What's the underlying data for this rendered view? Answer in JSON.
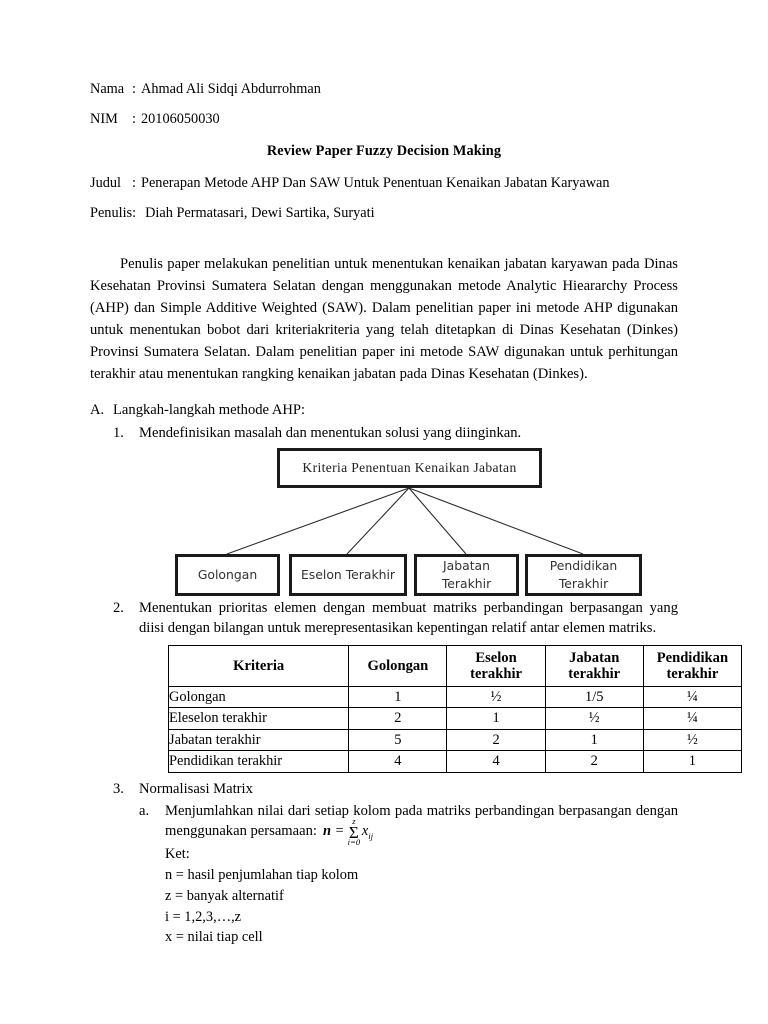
{
  "header": {
    "nama_label": "Nama",
    "nama_sep": ":",
    "nama_value": "Ahmad Ali Sidqi Abdurrohman",
    "nim_label": "NIM",
    "nim_sep": ":",
    "nim_value": "20106050030",
    "doc_title": "Review Paper Fuzzy Decision Making",
    "judul_label": "Judul",
    "judul_sep": ":",
    "judul_value": "Penerapan Metode AHP Dan SAW Untuk Penentuan Kenaikan Jabatan Karyawan",
    "penulis_label": "Penulis:",
    "penulis_value": "Diah Permatasari, Dewi Sartika, Suryati"
  },
  "body": {
    "paragraph": "Penulis paper melakukan penelitian untuk menentukan kenaikan jabatan karyawan pada Dinas Kesehatan Provinsi Sumatera Selatan dengan menggunakan metode Analytic Hieararchy Process (AHP) dan Simple Additive Weighted (SAW). Dalam penelitian paper ini metode AHP digunakan untuk menentukan bobot dari kriteriakriteria yang telah ditetapkan di Dinas Kesehatan (Dinkes) Provinsi Sumatera Selatan. Dalam penelitian paper ini metode SAW digunakan untuk perhitungan terakhir atau menentukan rangking kenaikan jabatan pada Dinas Kesehatan (Dinkes)."
  },
  "section_a": {
    "marker": "A.",
    "heading": "Langkah-langkah methode AHP:",
    "step1": {
      "marker": "1.",
      "text": "Mendefinisikan masalah dan menentukan solusi yang diinginkan."
    },
    "step2": {
      "marker": "2.",
      "text": "Menentukan prioritas elemen dengan membuat matriks perbandingan berpasangan yang diisi dengan bilangan untuk merepresentasikan kepentingan relatif antar elemen matriks."
    },
    "step3": {
      "marker": "3.",
      "text": "Normalisasi Matrix",
      "sub_a": {
        "marker": "a.",
        "text_part1": "Menjumlahkan nilai dari setiap kolom pada matriks perbandingan berpasangan dengan menggunakan persamaan:",
        "formula": {
          "lhs": "n",
          "equals": "=",
          "sigma": "Σ",
          "sigma_upper": "z",
          "sigma_lower": "i=0",
          "term": "x",
          "term_sub": "ij"
        },
        "ket_label": "Ket:",
        "ket_lines": [
          "n = hasil penjumlahan tiap kolom",
          "z = banyak alternatif",
          "i = 1,2,3,…,z",
          "x = nilai tiap cell"
        ]
      }
    }
  },
  "diagram": {
    "root_label": "Kriteria Penentuan Kenaikan Jabatan",
    "children": [
      {
        "label": "Golongan"
      },
      {
        "label": "Eselon Terakhir"
      },
      {
        "label": "Jabatan\nTerakhir"
      },
      {
        "label": "Pendidikan\nTerakhir"
      }
    ],
    "line_color": "#2b2b2b",
    "box_border_color": "#1a1a1a"
  },
  "matrix_table": {
    "headers": [
      "Kriteria",
      "Golongan",
      "Eselon\nterakhir",
      "Jabatan\nterakhir",
      "Pendidikan\nterakhir"
    ],
    "rows": [
      {
        "label": "Golongan",
        "values": [
          "1",
          "½",
          "1/5",
          "¼"
        ]
      },
      {
        "label": "Eleselon terakhir",
        "values": [
          "2",
          "1",
          "½",
          "¼"
        ]
      },
      {
        "label": "Jabatan terakhir",
        "values": [
          "5",
          "2",
          "1",
          "½"
        ]
      },
      {
        "label": "Pendidikan terakhir",
        "values": [
          "4",
          "4",
          "2",
          "1"
        ]
      }
    ]
  }
}
